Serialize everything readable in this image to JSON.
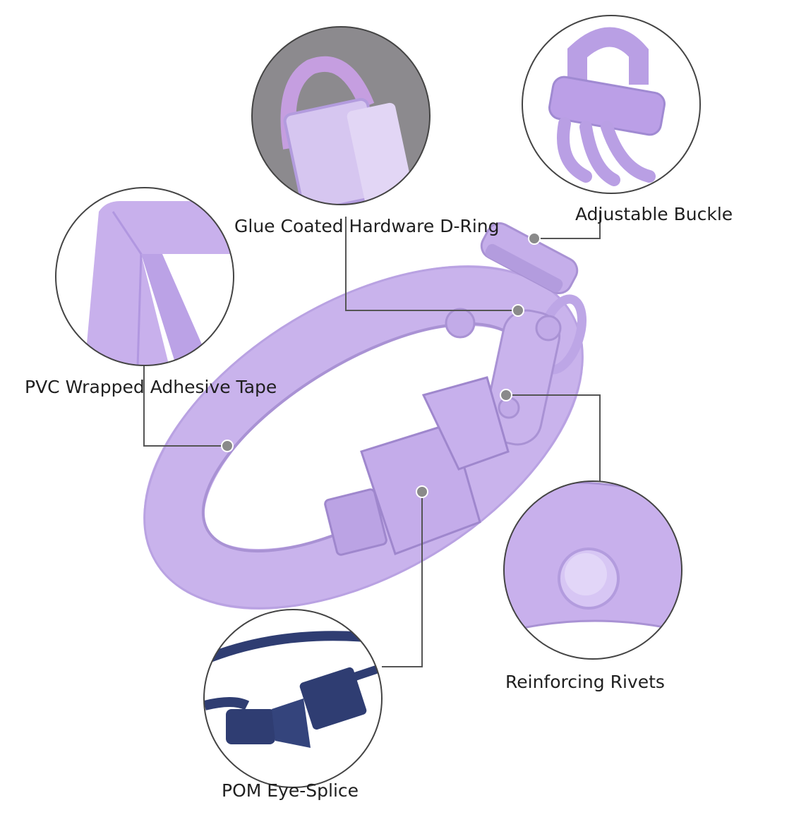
{
  "product": {
    "accent_color": "#c9b3ec",
    "accent_shadow": "#a992d4",
    "detail_dark_color": "#2f3d72"
  },
  "callouts": {
    "dring": "Glue Coated Hardware D-Ring",
    "buckle": "Adjustable Buckle",
    "tape": "PVC Wrapped Adhesive Tape",
    "rivets": "Reinforcing Rivets",
    "splice": "POM Eye-Splice"
  }
}
